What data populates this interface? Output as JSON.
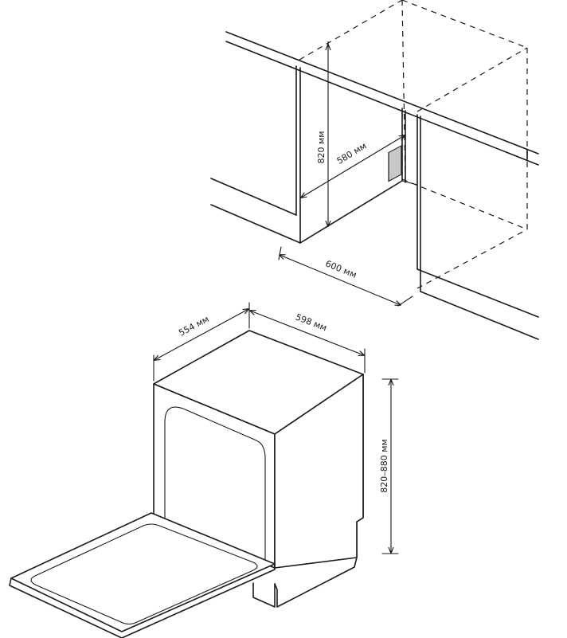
{
  "dimensions": {
    "niche_height": "820 мм",
    "niche_depth": "580 мм",
    "niche_width": "600 мм",
    "unit_depth": "554 мм",
    "unit_width": "598 мм",
    "unit_height": "820–880 мм"
  },
  "colors": {
    "line": "#1a1a1a",
    "socket": "#c8c8c8",
    "background": "#ffffff"
  }
}
